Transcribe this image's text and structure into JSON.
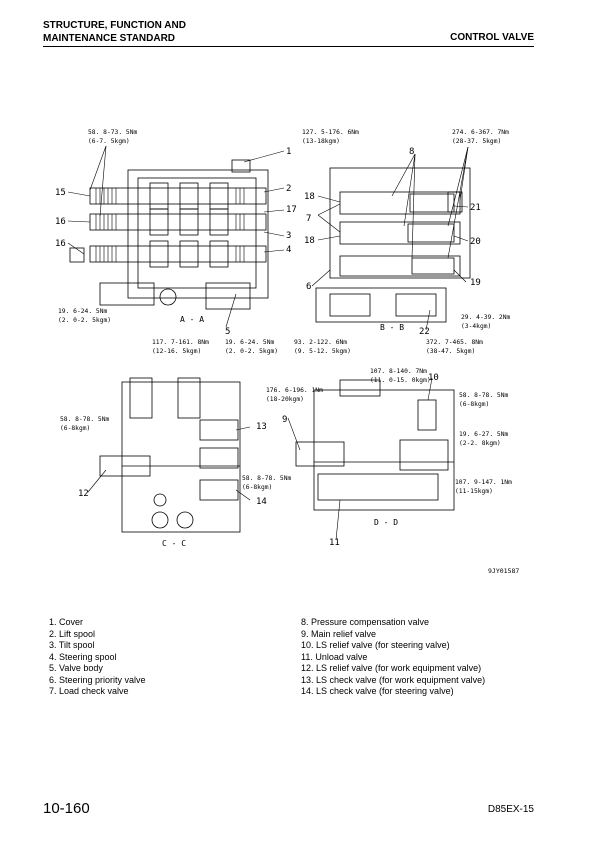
{
  "header": {
    "section_line1": "STRUCTURE, FUNCTION AND",
    "section_line2": "MAINTENANCE STANDARD",
    "topic": "CONTROL VALVE"
  },
  "figure": {
    "view_labels": {
      "aa": "A - A",
      "bb": "B - B",
      "cc": "C - C",
      "dd": "D - D"
    },
    "figure_code": "9JY01587",
    "callouts": [
      "1",
      "2",
      "3",
      "4",
      "5",
      "6",
      "7",
      "8",
      "9",
      "10",
      "11",
      "12",
      "13",
      "14",
      "15",
      "16",
      "16",
      "17",
      "18",
      "18",
      "19",
      "20",
      "21",
      "22"
    ],
    "torques": {
      "t1": [
        "58. 8-73. 5Nm",
        "(6-7. 5kgm)"
      ],
      "t2": [
        "127. 5-176. 6Nm",
        "(13-18kgm)"
      ],
      "t3": [
        "274. 6-367. 7Nm",
        "(28-37. 5kgm)"
      ],
      "t4": [
        "19. 6-24. 5Nm",
        "(2. 0-2. 5kgm)"
      ],
      "t5": [
        "117. 7-161. 8Nm",
        "(12-16. 5kgm)"
      ],
      "t6": [
        "19. 6-24. 5Nm",
        "(2. 0-2. 5kgm)"
      ],
      "t7": [
        "29. 4-39. 2Nm",
        "(3-4kgm)"
      ],
      "t8": [
        "93. 2-122. 6Nm",
        "(9. 5-12. 5kgm)"
      ],
      "t9": [
        "372. 7-465. 8Nm",
        "(38-47. 5kgm)"
      ],
      "t10": [
        "107. 8-140. 7Nm",
        "(11. 0-15. 0kgm)"
      ],
      "t11": [
        "176. 6-196. 1Nm",
        "(18-20kgm)"
      ],
      "t12": [
        "58. 8-78. 5Nm",
        "(6-8kgm)"
      ],
      "t13": [
        "58. 8-78. 5Nm",
        "(6-8kgm)"
      ],
      "t14": [
        "58. 8-78. 5Nm",
        "(6-8kgm)"
      ],
      "t15": [
        "19. 6-27. 5Nm",
        "(2-2. 8kgm)"
      ],
      "t16": [
        "107. 9-147. 1Nm",
        "(11-15kgm)"
      ]
    }
  },
  "parts_left": [
    "1. Cover",
    "2. Lift spool",
    "3. Tilt spool",
    "4. Steering spool",
    "5. Valve body",
    "6. Steering priority valve",
    "7. Load check valve"
  ],
  "parts_right": [
    "8. Pressure compensation valve",
    "9. Main relief valve",
    "10. LS relief valve (for steering valve)",
    "11. Unload valve",
    "12. LS relief valve (for work equipment valve)",
    "13. LS check valve (for work equipment valve)",
    "14. LS check valve (for steering valve)"
  ],
  "footer": {
    "page": "10-160",
    "model": "D85EX-15"
  }
}
